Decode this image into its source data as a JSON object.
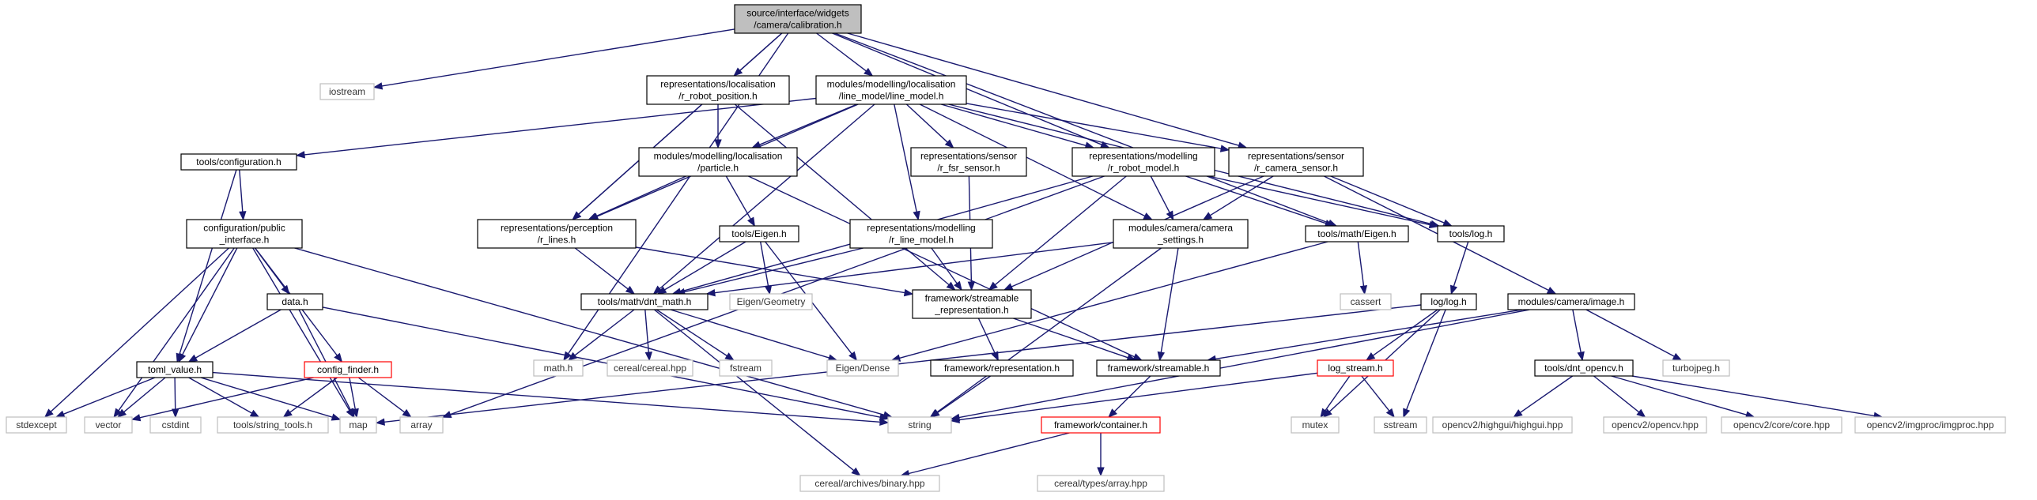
{
  "graph": {
    "root": "calibration_h",
    "nodes": [
      {
        "id": "calibration_h",
        "label": [
          "source/interface/widgets",
          "/camera/calibration.h"
        ],
        "kind": "root"
      },
      {
        "id": "iostream",
        "label": [
          "iostream"
        ],
        "kind": "leaf"
      },
      {
        "id": "r_robot_position_h",
        "label": [
          "representations/localisation",
          "/r_robot_position.h"
        ],
        "kind": "normal"
      },
      {
        "id": "line_model_h",
        "label": [
          "modules/modelling/localisation",
          "/line_model/line_model.h"
        ],
        "kind": "normal"
      },
      {
        "id": "configuration_h",
        "label": [
          "tools/configuration.h"
        ],
        "kind": "normal"
      },
      {
        "id": "particle_h",
        "label": [
          "modules/modelling/localisation",
          "/particle.h"
        ],
        "kind": "normal"
      },
      {
        "id": "r_fsr_sensor_h",
        "label": [
          "representations/sensor",
          "/r_fsr_sensor.h"
        ],
        "kind": "normal"
      },
      {
        "id": "r_robot_model_h",
        "label": [
          "representations/modelling",
          "/r_robot_model.h"
        ],
        "kind": "normal"
      },
      {
        "id": "r_camera_sensor_h",
        "label": [
          "representations/sensor",
          "/r_camera_sensor.h"
        ],
        "kind": "normal"
      },
      {
        "id": "public_interface_h",
        "label": [
          "configuration/public",
          "_interface.h"
        ],
        "kind": "normal"
      },
      {
        "id": "r_lines_h",
        "label": [
          "representations/perception",
          "/r_lines.h"
        ],
        "kind": "normal"
      },
      {
        "id": "tools_eigen_h",
        "label": [
          "tools/Eigen.h"
        ],
        "kind": "normal"
      },
      {
        "id": "r_line_model_h",
        "label": [
          "representations/modelling",
          "/r_line_model.h"
        ],
        "kind": "normal"
      },
      {
        "id": "camera_settings_h",
        "label": [
          "modules/camera/camera",
          "_settings.h"
        ],
        "kind": "normal"
      },
      {
        "id": "math_eigen_h",
        "label": [
          "tools/math/Eigen.h"
        ],
        "kind": "normal"
      },
      {
        "id": "tools_log_h",
        "label": [
          "tools/log.h"
        ],
        "kind": "normal"
      },
      {
        "id": "data_h",
        "label": [
          "data.h"
        ],
        "kind": "normal"
      },
      {
        "id": "dnt_math_h",
        "label": [
          "tools/math/dnt_math.h"
        ],
        "kind": "normal"
      },
      {
        "id": "eigen_geometry",
        "label": [
          "Eigen/Geometry"
        ],
        "kind": "leaf"
      },
      {
        "id": "streamable_repr_h",
        "label": [
          "framework/streamable",
          "_representation.h"
        ],
        "kind": "normal"
      },
      {
        "id": "cassert",
        "label": [
          "cassert"
        ],
        "kind": "leaf"
      },
      {
        "id": "log_log_h",
        "label": [
          "log/log.h"
        ],
        "kind": "normal"
      },
      {
        "id": "image_h",
        "label": [
          "modules/camera/image.h"
        ],
        "kind": "normal"
      },
      {
        "id": "toml_value_h",
        "label": [
          "toml_value.h"
        ],
        "kind": "normal"
      },
      {
        "id": "config_finder_h",
        "label": [
          "config_finder.h"
        ],
        "kind": "truncated"
      },
      {
        "id": "math_h",
        "label": [
          "math.h"
        ],
        "kind": "leaf"
      },
      {
        "id": "cereal_hpp",
        "label": [
          "cereal/cereal.hpp"
        ],
        "kind": "leaf"
      },
      {
        "id": "fstream",
        "label": [
          "fstream"
        ],
        "kind": "leaf"
      },
      {
        "id": "eigen_dense",
        "label": [
          "Eigen/Dense"
        ],
        "kind": "leaf"
      },
      {
        "id": "representation_h",
        "label": [
          "framework/representation.h"
        ],
        "kind": "normal"
      },
      {
        "id": "streamable_h",
        "label": [
          "framework/streamable.h"
        ],
        "kind": "normal"
      },
      {
        "id": "log_stream_h",
        "label": [
          "log_stream.h"
        ],
        "kind": "truncated"
      },
      {
        "id": "dnt_opencv_h",
        "label": [
          "tools/dnt_opencv.h"
        ],
        "kind": "normal"
      },
      {
        "id": "turbojpeg_h",
        "label": [
          "turbojpeg.h"
        ],
        "kind": "leaf"
      },
      {
        "id": "stdexcept",
        "label": [
          "stdexcept"
        ],
        "kind": "leaf"
      },
      {
        "id": "vector",
        "label": [
          "vector"
        ],
        "kind": "leaf"
      },
      {
        "id": "cstdint",
        "label": [
          "cstdint"
        ],
        "kind": "leaf"
      },
      {
        "id": "string_tools_h",
        "label": [
          "tools/string_tools.h"
        ],
        "kind": "leaf"
      },
      {
        "id": "map",
        "label": [
          "map"
        ],
        "kind": "leaf"
      },
      {
        "id": "array",
        "label": [
          "array"
        ],
        "kind": "leaf"
      },
      {
        "id": "string",
        "label": [
          "string"
        ],
        "kind": "leaf"
      },
      {
        "id": "container_h",
        "label": [
          "framework/container.h"
        ],
        "kind": "truncated"
      },
      {
        "id": "mutex",
        "label": [
          "mutex"
        ],
        "kind": "leaf"
      },
      {
        "id": "sstream",
        "label": [
          "sstream"
        ],
        "kind": "leaf"
      },
      {
        "id": "highgui_hpp",
        "label": [
          "opencv2/highgui/highgui.hpp"
        ],
        "kind": "leaf"
      },
      {
        "id": "opencv_hpp",
        "label": [
          "opencv2/opencv.hpp"
        ],
        "kind": "leaf"
      },
      {
        "id": "core_hpp",
        "label": [
          "opencv2/core/core.hpp"
        ],
        "kind": "leaf"
      },
      {
        "id": "imgproc_hpp",
        "label": [
          "opencv2/imgproc/imgproc.hpp"
        ],
        "kind": "leaf"
      },
      {
        "id": "binary_hpp",
        "label": [
          "cereal/archives/binary.hpp"
        ],
        "kind": "leaf"
      },
      {
        "id": "types_array_hpp",
        "label": [
          "cereal/types/array.hpp"
        ],
        "kind": "leaf"
      }
    ],
    "edges": [
      [
        "calibration_h",
        "iostream"
      ],
      [
        "calibration_h",
        "r_robot_position_h"
      ],
      [
        "calibration_h",
        "line_model_h"
      ],
      [
        "calibration_h",
        "r_robot_model_h"
      ],
      [
        "calibration_h",
        "r_camera_sensor_h"
      ],
      [
        "calibration_h",
        "r_lines_h"
      ],
      [
        "calibration_h",
        "math_eigen_h"
      ],
      [
        "calibration_h",
        "math_h"
      ],
      [
        "r_robot_position_h",
        "particle_h"
      ],
      [
        "r_robot_position_h",
        "r_lines_h"
      ],
      [
        "r_robot_position_h",
        "streamable_repr_h"
      ],
      [
        "line_model_h",
        "configuration_h"
      ],
      [
        "line_model_h",
        "particle_h"
      ],
      [
        "line_model_h",
        "r_fsr_sensor_h"
      ],
      [
        "line_model_h",
        "r_robot_model_h"
      ],
      [
        "line_model_h",
        "r_camera_sensor_h"
      ],
      [
        "line_model_h",
        "r_lines_h"
      ],
      [
        "line_model_h",
        "r_line_model_h"
      ],
      [
        "line_model_h",
        "camera_settings_h"
      ],
      [
        "line_model_h",
        "dnt_math_h"
      ],
      [
        "line_model_h",
        "tools_log_h"
      ],
      [
        "configuration_h",
        "public_interface_h"
      ],
      [
        "configuration_h",
        "toml_value_h"
      ],
      [
        "particle_h",
        "r_lines_h"
      ],
      [
        "particle_h",
        "tools_eigen_h"
      ],
      [
        "particle_h",
        "streamable_h"
      ],
      [
        "r_fsr_sensor_h",
        "streamable_repr_h"
      ],
      [
        "r_robot_model_h",
        "camera_settings_h"
      ],
      [
        "r_robot_model_h",
        "math_eigen_h"
      ],
      [
        "r_robot_model_h",
        "tools_log_h"
      ],
      [
        "r_robot_model_h",
        "dnt_math_h"
      ],
      [
        "r_robot_model_h",
        "streamable_repr_h"
      ],
      [
        "r_robot_model_h",
        "array"
      ],
      [
        "r_camera_sensor_h",
        "camera_settings_h"
      ],
      [
        "r_camera_sensor_h",
        "tools_log_h"
      ],
      [
        "r_camera_sensor_h",
        "image_h"
      ],
      [
        "r_camera_sensor_h",
        "streamable_repr_h"
      ],
      [
        "public_interface_h",
        "data_h"
      ],
      [
        "public_interface_h",
        "toml_value_h"
      ],
      [
        "public_interface_h",
        "config_finder_h"
      ],
      [
        "public_interface_h",
        "stdexcept"
      ],
      [
        "public_interface_h",
        "vector"
      ],
      [
        "public_interface_h",
        "map"
      ],
      [
        "public_interface_h",
        "string"
      ],
      [
        "r_lines_h",
        "dnt_math_h"
      ],
      [
        "r_lines_h",
        "streamable_repr_h"
      ],
      [
        "tools_eigen_h",
        "dnt_math_h"
      ],
      [
        "tools_eigen_h",
        "eigen_geometry"
      ],
      [
        "tools_eigen_h",
        "eigen_dense"
      ],
      [
        "r_line_model_h",
        "dnt_math_h"
      ],
      [
        "r_line_model_h",
        "streamable_repr_h"
      ],
      [
        "camera_settings_h",
        "dnt_math_h"
      ],
      [
        "camera_settings_h",
        "streamable_h"
      ],
      [
        "camera_settings_h",
        "string"
      ],
      [
        "math_eigen_h",
        "cassert"
      ],
      [
        "math_eigen_h",
        "eigen_dense"
      ],
      [
        "tools_log_h",
        "log_log_h"
      ],
      [
        "data_h",
        "toml_value_h"
      ],
      [
        "data_h",
        "map"
      ],
      [
        "data_h",
        "string"
      ],
      [
        "dnt_math_h",
        "math_h"
      ],
      [
        "dnt_math_h",
        "cereal_hpp"
      ],
      [
        "dnt_math_h",
        "fstream"
      ],
      [
        "dnt_math_h",
        "eigen_dense"
      ],
      [
        "dnt_math_h",
        "binary_hpp"
      ],
      [
        "streamable_repr_h",
        "representation_h"
      ],
      [
        "streamable_repr_h",
        "streamable_h"
      ],
      [
        "log_log_h",
        "log_stream_h"
      ],
      [
        "log_log_h",
        "map"
      ],
      [
        "log_log_h",
        "mutex"
      ],
      [
        "log_log_h",
        "sstream"
      ],
      [
        "image_h",
        "streamable_h"
      ],
      [
        "image_h",
        "dnt_opencv_h"
      ],
      [
        "image_h",
        "turbojpeg_h"
      ],
      [
        "image_h",
        "string"
      ],
      [
        "toml_value_h",
        "stdexcept"
      ],
      [
        "toml_value_h",
        "vector"
      ],
      [
        "toml_value_h",
        "cstdint"
      ],
      [
        "toml_value_h",
        "string_tools_h"
      ],
      [
        "toml_value_h",
        "map"
      ],
      [
        "toml_value_h",
        "string"
      ],
      [
        "config_finder_h",
        "vector"
      ],
      [
        "config_finder_h",
        "string_tools_h"
      ],
      [
        "config_finder_h",
        "array"
      ],
      [
        "config_finder_h",
        "map"
      ],
      [
        "representation_h",
        "string"
      ],
      [
        "streamable_h",
        "container_h"
      ],
      [
        "log_stream_h",
        "string"
      ],
      [
        "log_stream_h",
        "mutex"
      ],
      [
        "log_stream_h",
        "sstream"
      ],
      [
        "dnt_opencv_h",
        "highgui_hpp"
      ],
      [
        "dnt_opencv_h",
        "opencv_hpp"
      ],
      [
        "dnt_opencv_h",
        "core_hpp"
      ],
      [
        "dnt_opencv_h",
        "imgproc_hpp"
      ],
      [
        "container_h",
        "binary_hpp"
      ],
      [
        "container_h",
        "types_array_hpp"
      ]
    ]
  }
}
